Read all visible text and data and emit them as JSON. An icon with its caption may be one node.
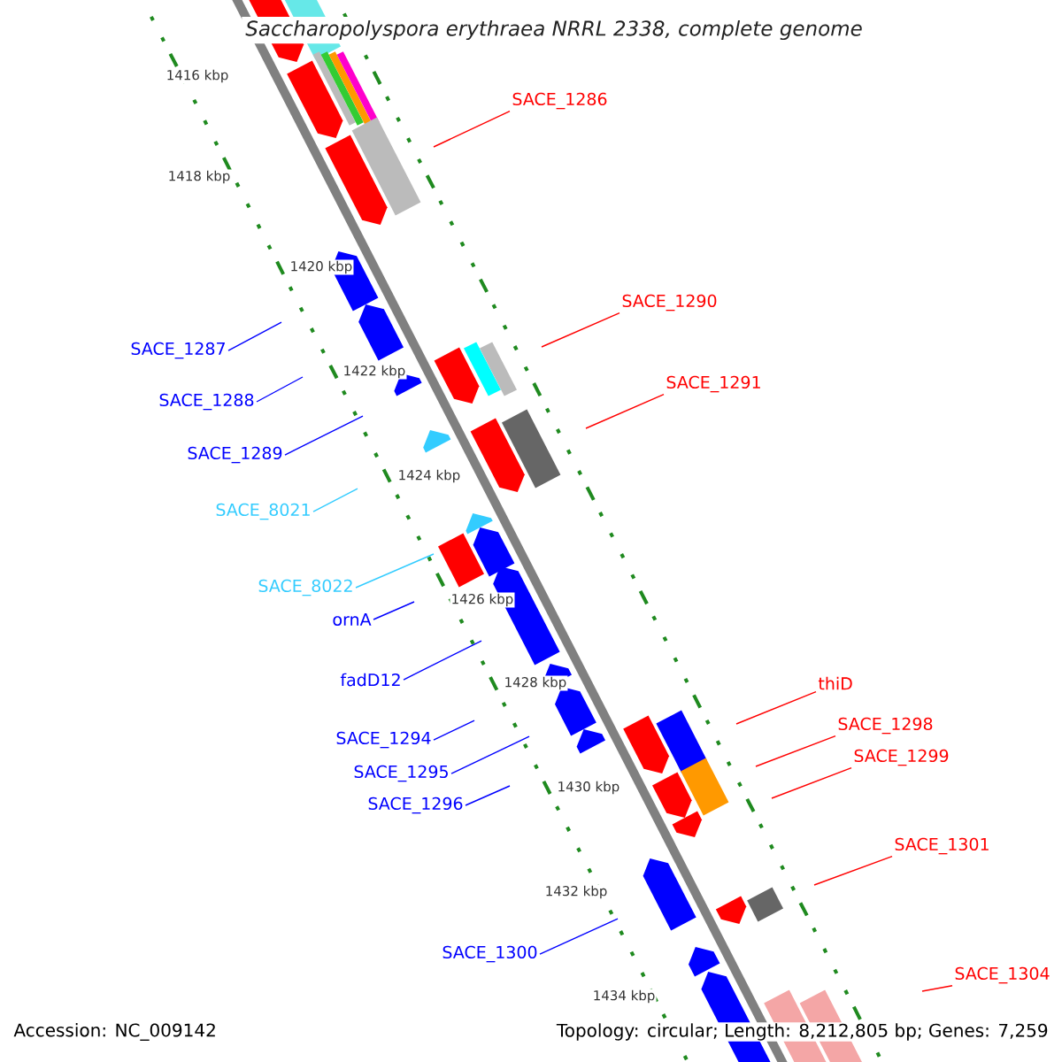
{
  "diagram": {
    "title": "Saccharopolyspora erythraea NRRL 2338, complete genome",
    "nodes": [
      {
        "text": [
          "SACE_1286"
        ]
      },
      {
        "text": [
          "SACE_1290"
        ]
      },
      {
        "text": [
          "SACE_1287"
        ]
      },
      {
        "text": [
          "SACE_1291"
        ]
      },
      {
        "text": [
          "SACE_1288"
        ]
      },
      {
        "text": [
          "SACE_1289"
        ]
      },
      {
        "text": [
          "SACE_8021"
        ]
      },
      {
        "text": [
          "SACE_8022"
        ]
      },
      {
        "text": [
          "ornA"
        ]
      },
      {
        "text": [
          "fadD12"
        ]
      },
      {
        "text": [
          "thiD"
        ]
      },
      {
        "text": [
          "SACE_1298"
        ]
      },
      {
        "text": [
          "SACE_1294"
        ]
      },
      {
        "text": [
          "SACE_1299"
        ]
      },
      {
        "text": [
          "SACE_1295"
        ]
      },
      {
        "text": [
          "SACE_1296"
        ]
      },
      {
        "text": [
          "SACE_1301"
        ]
      },
      {
        "text": [
          "SACE_1300"
        ]
      },
      {
        "text": [
          "SACE_1304"
        ]
      }
    ],
    "edges": [
      {
        "from": 0,
        "to": null,
        "arrow": "none",
        "color": "#ff0000"
      },
      {
        "from": 1,
        "to": null,
        "arrow": "none",
        "color": "#ff0000"
      },
      {
        "from": 2,
        "to": null,
        "arrow": "none"
      },
      {
        "from": 3,
        "to": null,
        "arrow": "none",
        "color": "#ff0000"
      },
      {
        "from": 4,
        "to": null,
        "arrow": "none"
      },
      {
        "from": 5,
        "to": null,
        "arrow": "none"
      },
      {
        "from": 6,
        "to": null,
        "arrow": "none",
        "color": "#33ccff"
      },
      {
        "from": 7,
        "to": null,
        "arrow": "none",
        "color": "#33ccff"
      },
      {
        "from": 8,
        "to": null,
        "arrow": "none"
      },
      {
        "from": 9,
        "to": null,
        "arrow": "none"
      },
      {
        "from": 10,
        "to": null,
        "arrow": "none",
        "color": "#ff0000"
      },
      {
        "from": 11,
        "to": null,
        "arrow": "none",
        "color": "#ff0000"
      },
      {
        "from": 12,
        "to": null,
        "arrow": "none"
      },
      {
        "from": 13,
        "to": null,
        "arrow": "none",
        "color": "#ff0000"
      },
      {
        "from": 14,
        "to": null,
        "arrow": "none"
      },
      {
        "from": 15,
        "to": null,
        "arrow": "none"
      },
      {
        "from": 16,
        "to": null,
        "arrow": "none",
        "color": "#ff0000"
      },
      {
        "from": 17,
        "to": null,
        "arrow": "none"
      },
      {
        "from": 18,
        "to": null,
        "arrow": "none",
        "color": "#ff0000"
      }
    ],
    "labels": [
      "1416 kbp",
      "1418 kbp",
      "1420 kbp",
      "1422 kbp",
      "1424 kbp",
      "1426 kbp",
      "1428 kbp",
      "1430 kbp",
      "1432 kbp",
      "1434 kbp",
      "Accession: NC_009142",
      "Topology: circular; Length: 8,212,805 bp; Genes: 7,259"
    ]
  }
}
